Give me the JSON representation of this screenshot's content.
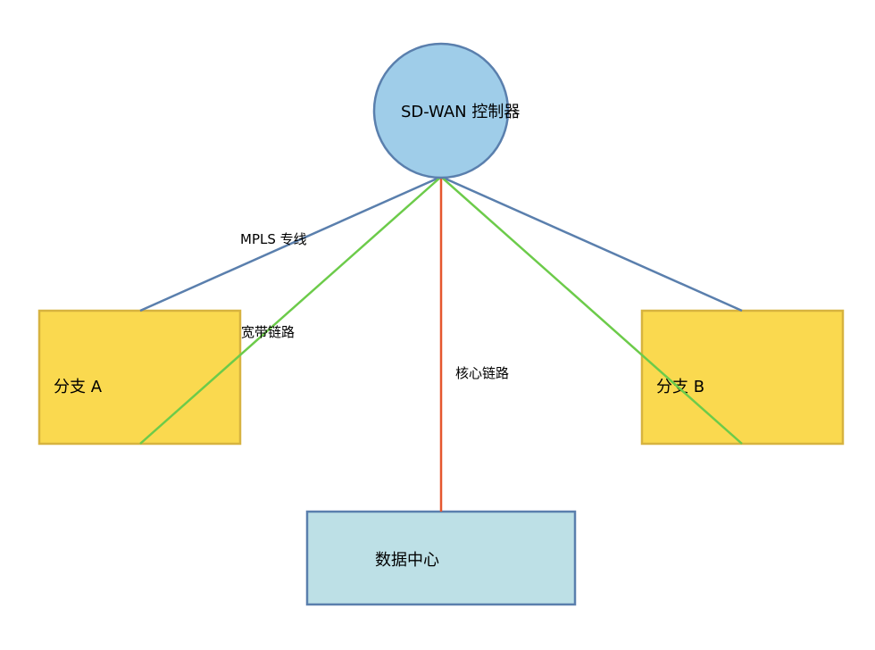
{
  "diagram": {
    "nodes": {
      "controller": {
        "label": "SD-WAN 控制器",
        "shape": "circle",
        "fill": "#9fcde9",
        "stroke": "#5a7fad"
      },
      "branch_a": {
        "label": "分支 A",
        "shape": "rectangle",
        "fill": "#fad94f",
        "stroke": "#d7b33f"
      },
      "branch_b": {
        "label": "分支 B",
        "shape": "rectangle",
        "fill": "#fad94f",
        "stroke": "#d7b33f"
      },
      "datacenter": {
        "label": "数据中心",
        "shape": "rectangle",
        "fill": "#bde0e6",
        "stroke": "#5a7fad"
      }
    },
    "links": {
      "mpls": {
        "label": "MPLS 专线",
        "color": "#5a7fad"
      },
      "broadband": {
        "label": "宽带链路",
        "color": "#6ccb4a"
      },
      "core": {
        "label": "核心链路",
        "color": "#e5572e"
      }
    }
  }
}
